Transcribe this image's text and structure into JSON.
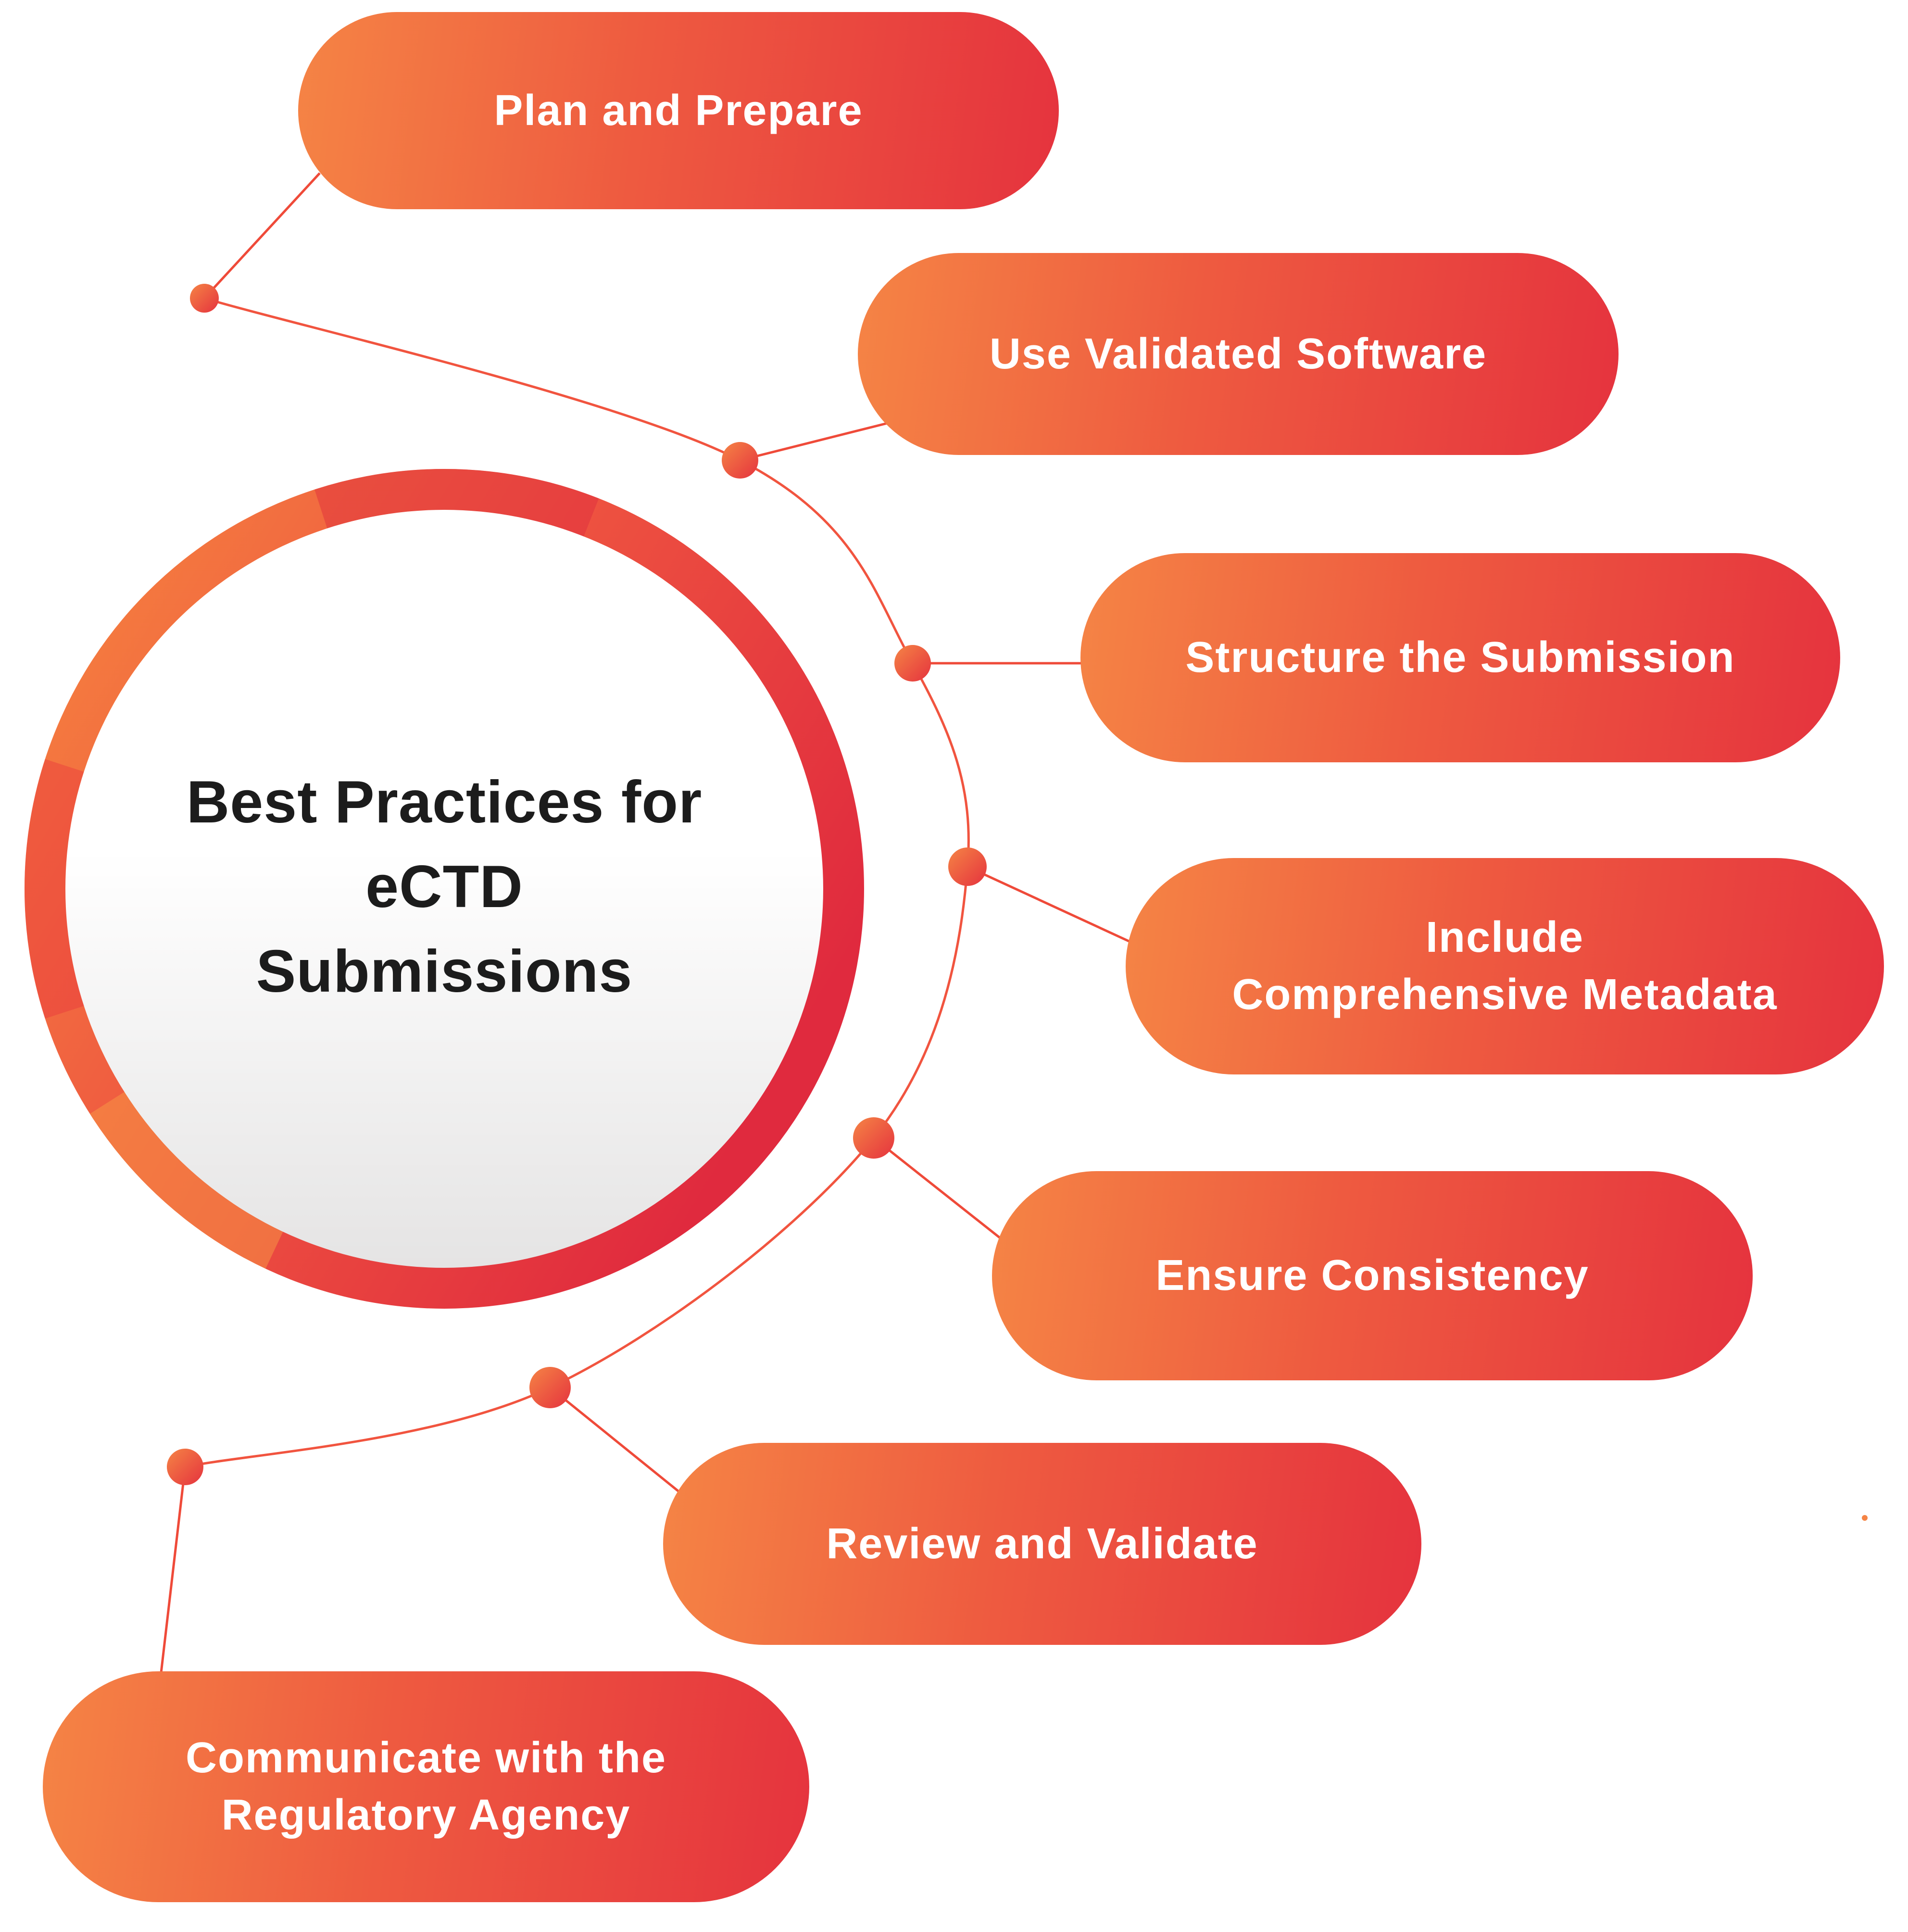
{
  "diagram": {
    "title": "Best Practices for\neCTD\nSubmissions",
    "items": [
      {
        "label": "Plan and Prepare"
      },
      {
        "label": "Use Validated Software"
      },
      {
        "label": "Structure the Submission"
      },
      {
        "label": "Include\nComprehensive Metadata"
      },
      {
        "label": "Ensure Consistency"
      },
      {
        "label": "Review and Validate"
      },
      {
        "label": "Communicate with the\nRegulatory Agency"
      }
    ],
    "colors": {
      "gradient_start": "#F58445",
      "gradient_end": "#E5333E",
      "connector": "#EF4A39",
      "ring_orange": "#F6863F",
      "ring_red": "#E02A3E",
      "title_text": "#1C1C1C",
      "pill_text": "#FFFFFF"
    }
  }
}
